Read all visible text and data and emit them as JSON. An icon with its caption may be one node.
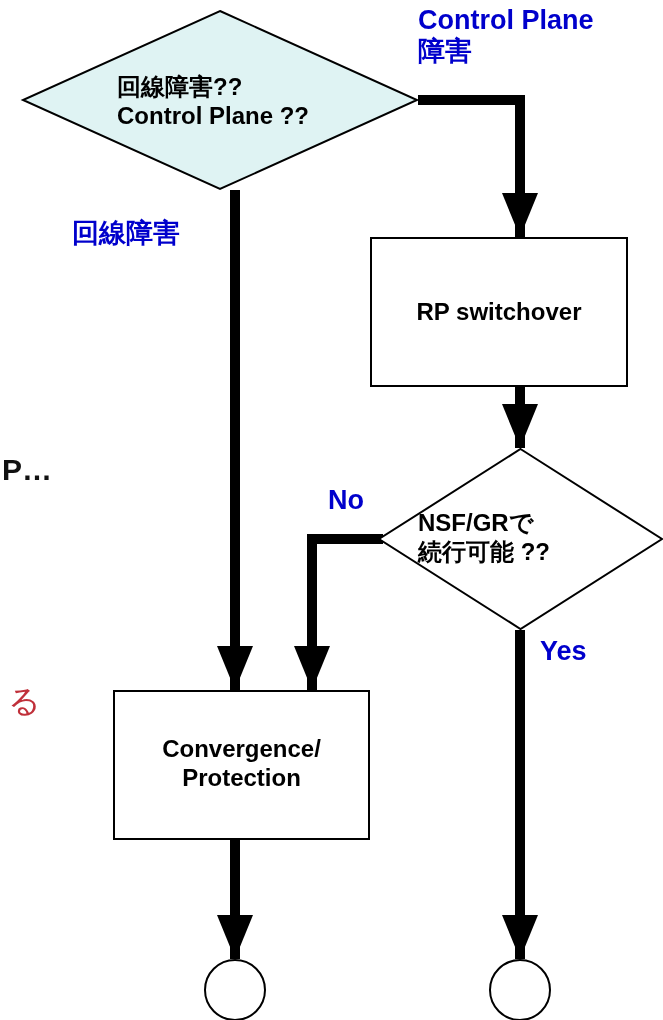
{
  "diagram": {
    "nodes": [
      {
        "text": [
          "回線障害?? Control Plane ??"
        ]
      },
      {
        "text": [
          "RP switchover"
        ]
      },
      {
        "text": [
          "NSF/GRで続行可能 ??"
        ]
      },
      {
        "text": [
          "Convergence/ Protection"
        ]
      },
      {
        "text": [],
        "shape": "circle"
      },
      {
        "text": [],
        "shape": "circle"
      }
    ],
    "edges": [
      {
        "from": 0,
        "to": 1,
        "arrow": "to",
        "label": "Control Plane 障害"
      },
      {
        "from": 0,
        "to": 3,
        "arrow": "to",
        "label": "回線障害"
      },
      {
        "from": 1,
        "to": 2,
        "arrow": "to"
      },
      {
        "from": 2,
        "to": 3,
        "arrow": "to",
        "label": "No"
      },
      {
        "from": 2,
        "to": 5,
        "arrow": "to",
        "label": "Yes"
      },
      {
        "from": 3,
        "to": 4,
        "arrow": "to"
      }
    ],
    "labels": [
      "P…",
      "る"
    ]
  }
}
